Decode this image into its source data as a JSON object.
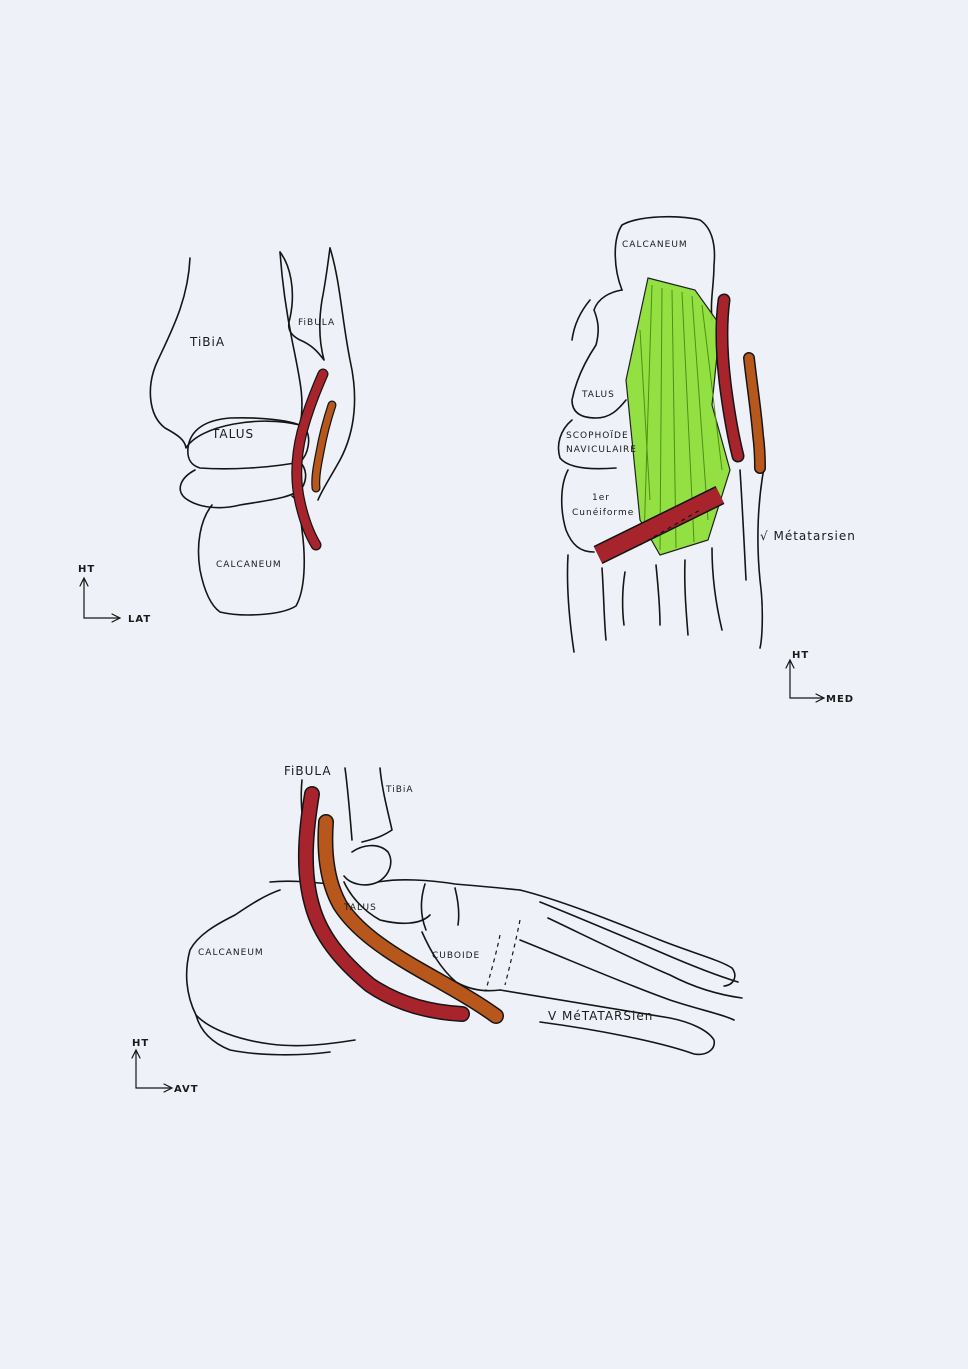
{
  "colors": {
    "paper": "#eef2f8",
    "tendon_red": "#a8242c",
    "tendon_orange": "#b8571c",
    "muscle_green": "#8fe03a",
    "ink": "#151515"
  },
  "posterior_view": {
    "labels": {
      "tibia": "TiBiA",
      "fibula": "FiBULA",
      "talus": "TALUS",
      "calcaneus": "CALCANEUM"
    },
    "axis": {
      "up": "HT",
      "right": "LAT"
    }
  },
  "plantar_view": {
    "labels": {
      "calcaneus": "CALCANEUM",
      "talus": "TALUS",
      "navicular_1": "SCOPHOÏDE",
      "navicular_2": "NAVICULAIRE",
      "cuneiform_1": "1er",
      "cuneiform_2": "Cunéiforme",
      "metatarsal": "√ Métatarsien"
    },
    "axis": {
      "up": "HT",
      "right": "MED"
    }
  },
  "lateral_view": {
    "labels": {
      "fibula": "FiBULA",
      "tibia": "TiBiA",
      "talus": "TALUS",
      "calcaneus": "CALCANEUM",
      "cuboid": "CUBOIDE",
      "metatarsal": "V MéTATARSien"
    },
    "axis": {
      "up": "HT",
      "right": "AVT"
    }
  }
}
